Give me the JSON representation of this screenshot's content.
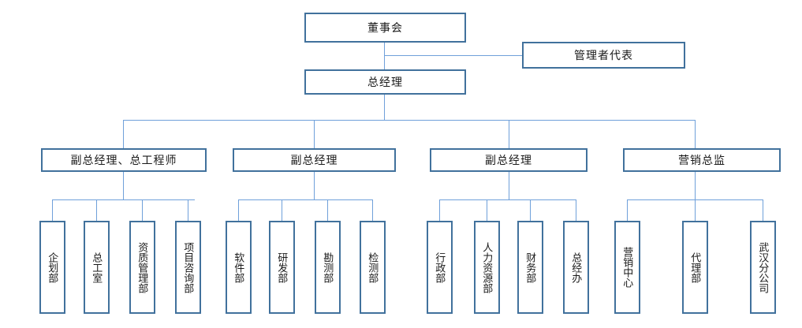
{
  "chart_title": "",
  "colors": {
    "box_border": "#41719C",
    "connector": "#6FA0DA",
    "box_fill": "#FFFFFF",
    "text": "#1A1A1A"
  },
  "chart_data": {
    "type": "diagram",
    "diagram_kind": "organizational-chart",
    "orientation": "top-down",
    "levels": 4,
    "nodes": {
      "board": "董事会",
      "management_rep": "管理者代表",
      "general_manager": "总经理",
      "executives": [
        "副总经理、总工程师",
        "副总经理",
        "副总经理",
        "营销总监"
      ],
      "departments": [
        [
          "企划部",
          "总工室",
          "资质管理部",
          "项目咨询部"
        ],
        [
          "软件部",
          "研发部",
          "勘测部",
          "检测部"
        ],
        [
          "行政部",
          "人力资源部",
          "财务部",
          "总经办"
        ],
        [
          "营销中心",
          "代理部",
          "武汉分公司"
        ]
      ]
    },
    "edges": [
      {
        "from": "董事会",
        "to": "总经理"
      },
      {
        "from": "董事会",
        "to": "管理者代表"
      },
      {
        "from": "总经理",
        "to": "副总经理、总工程师"
      },
      {
        "from": "总经理",
        "to": "副总经理"
      },
      {
        "from": "总经理",
        "to": "副总经理"
      },
      {
        "from": "总经理",
        "to": "营销总监"
      },
      {
        "from": "副总经理、总工程师",
        "to": "企划部"
      },
      {
        "from": "副总经理、总工程师",
        "to": "总工室"
      },
      {
        "from": "副总经理、总工程师",
        "to": "资质管理部"
      },
      {
        "from": "副总经理、总工程师",
        "to": "项目咨询部"
      },
      {
        "from": "副总经理",
        "to": "软件部"
      },
      {
        "from": "副总经理",
        "to": "研发部"
      },
      {
        "from": "副总经理",
        "to": "勘测部"
      },
      {
        "from": "副总经理",
        "to": "检测部"
      },
      {
        "from": "副总经理",
        "to": "行政部"
      },
      {
        "from": "副总经理",
        "to": "人力资源部"
      },
      {
        "from": "副总经理",
        "to": "财务部"
      },
      {
        "from": "副总经理",
        "to": "总经办"
      },
      {
        "from": "营销总监",
        "to": "营销中心"
      },
      {
        "from": "营销总监",
        "to": "代理部"
      },
      {
        "from": "营销总监",
        "to": "武汉分公司"
      }
    ]
  }
}
